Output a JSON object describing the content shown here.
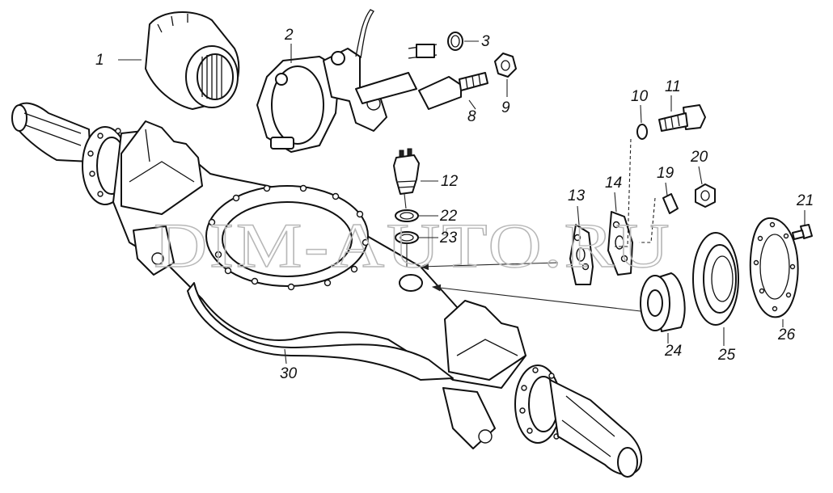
{
  "watermark": "DIM-AUTO.RU",
  "callouts": [
    "1",
    "2",
    "3",
    "8",
    "9",
    "10",
    "11",
    "12",
    "13",
    "14",
    "19",
    "20",
    "21",
    "22",
    "23",
    "24",
    "25",
    "26",
    "30"
  ]
}
